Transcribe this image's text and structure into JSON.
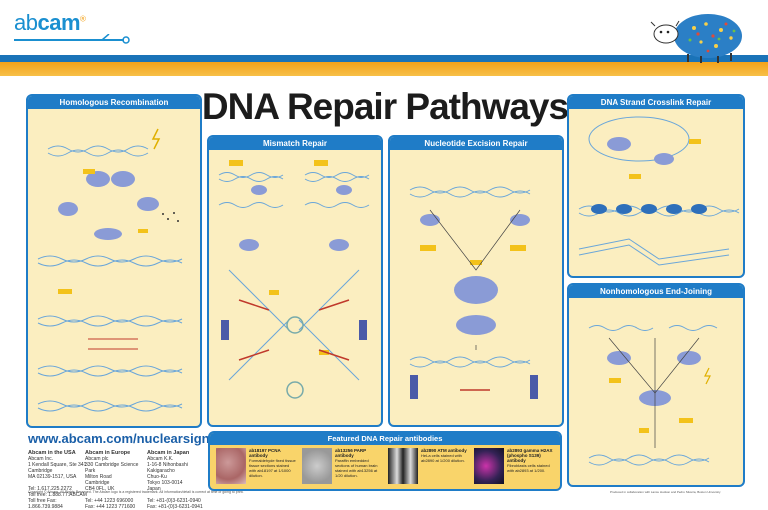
{
  "brand": {
    "name_prefix": "ab",
    "name_suffix": "cam",
    "registered": "®"
  },
  "title": "DNA Repair Pathways",
  "panels": {
    "homologous": "Homologous Recombination",
    "mismatch": "Mismatch Repair",
    "nucleotide": "Nucleotide Excision Repair",
    "crosslink": "DNA Strand Crosslink Repair",
    "nhej": "Nonhomologous End-Joining"
  },
  "website": "www.abcam.com/nuclearsignal",
  "offices": [
    {
      "title": "Abcam in the USA",
      "lines": [
        "Abcam Inc.",
        "1 Kendall Square, Ste 341",
        "Cambridge",
        "MA 02139-1517, USA",
        "",
        "Tel: 1.617.225.2272",
        "Toll free: 1.888.77.ABCAM",
        "Toll free Fax: 1.866.739.9884"
      ]
    },
    {
      "title": "Abcam in Europe",
      "lines": [
        "Abcam plc",
        "330 Cambridge Science Park",
        "Milton Road",
        "Cambridge",
        "CB4 0FL, UK",
        "",
        "Tel: +44 1223 696000",
        "Fax: +44 1223 771600"
      ]
    },
    {
      "title": "Abcam in Japan",
      "lines": [
        "Abcam K.K.",
        "1-16-8 Nihonbashi Kakigaracho",
        "Chuo-Ku",
        "Tokyo 103-0014",
        "Japan",
        "",
        "Tel: +81-(0)3-6231-0940",
        "Fax: +81-(0)3-6231-0941"
      ]
    }
  ],
  "copyright": "Copyright © Abcam. All Rights Reserved. The Abcam logo is a registered trademark. All information/detail is correct at time of going to print.",
  "featured": {
    "heading": "Featured DNA Repair antibodies",
    "items": [
      {
        "name": "ab18197 PCNA antibody",
        "text": "Formaldehyde fixed tissue tissue sections stained with ab18197 at 1/1000 dilution."
      },
      {
        "name": "ab13256 PARP antibody",
        "text": "Paraffin embedded sections of human brain stained with ab13256 at 1/20 dilution."
      },
      {
        "name": "ab2890 ATM antibody",
        "text": "HeLa cells stained with ab2890 at 1/200 dilution."
      },
      {
        "name": "ab2893 gamma H2AX (phospho S139) antibody",
        "text": "Fibroblasts cells stained with ab2893 at 1/200."
      }
    ]
  },
  "footnote": "Produced in collaboration with Lance Hudson and Pedro Silveira, Boston University",
  "colors": {
    "panel_bg": "#fbeec0",
    "panel_header": "#1f7cc7",
    "accent_orange": "#f3a21a",
    "brand_blue": "#1a8fd0"
  }
}
